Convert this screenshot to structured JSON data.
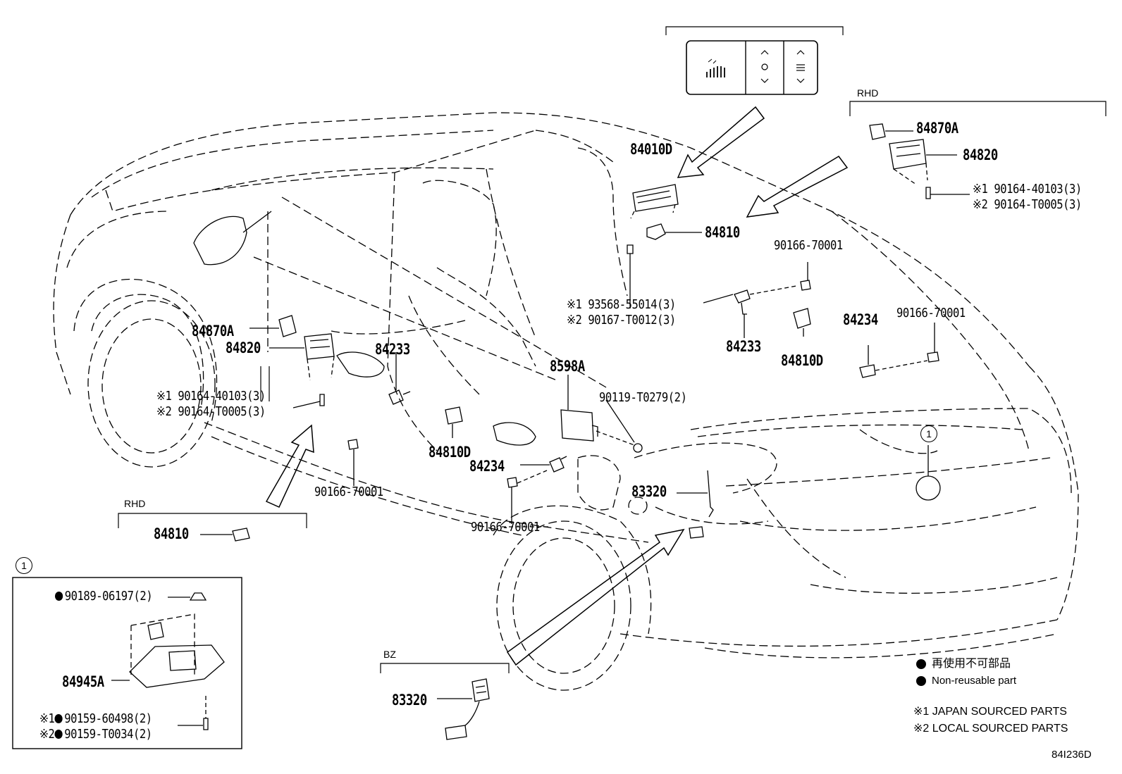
{
  "labels": {
    "p84010D": "84010D",
    "p84810_top": "84810",
    "p84870A_rhd": "84870A",
    "p84820_rhd": "84820",
    "ref_rhd_1": "※1 90164-40103(3)",
    "ref_rhd_2": "※2 90164-T0005(3)",
    "rhd_top": "RHD",
    "ref_90166_a": "90166-70001",
    "ref_93568_1": "※1 93568-55014(3)",
    "ref_93568_2": "※2 90167-T0012(3)",
    "p84233_right": "84233",
    "p84810D_right": "84810D",
    "p84234_right": "84234",
    "ref_90166_b": "90166-70001",
    "p84870A_left": "84870A",
    "p84820_left": "84820",
    "ref_left_1": "※1 90164-40103(3)",
    "ref_left_2": "※2 90164-T0005(3)",
    "p84233_left": "84233",
    "p8598A": "8598A",
    "ref_90119": "90119-T0279(2)",
    "p84810D_left": "84810D",
    "p84234_left": "84234",
    "p83320_main": "83320",
    "ref_90166_c": "90166-70001",
    "ref_90166_d": "90166-70001",
    "rhd_bottom": "RHD",
    "p84810_bottom": "84810",
    "circ_1_main": "1",
    "circ_1_box": "1",
    "ref_90189": "90189-06197(2)",
    "p84945A": "84945A",
    "ref_90159_1": "※1",
    "ref_90159_1b": "90159-60498(2)",
    "ref_90159_2": "※2",
    "ref_90159_2b": "90159-T0034(2)",
    "bz": "BZ",
    "p83320_bz": "83320",
    "diagram_code": "84I236D"
  },
  "legend": {
    "jp": "再使用不可部品",
    "en": "Non-reusable part",
    "note1": "※1 JAPAN SOURCED PARTS",
    "note2": "※2 LOCAL SOURCED PARTS"
  },
  "switch_panel": {
    "icons": [
      "seat-heater-icon",
      "fan-icon",
      "rear-defrost-icon"
    ]
  }
}
